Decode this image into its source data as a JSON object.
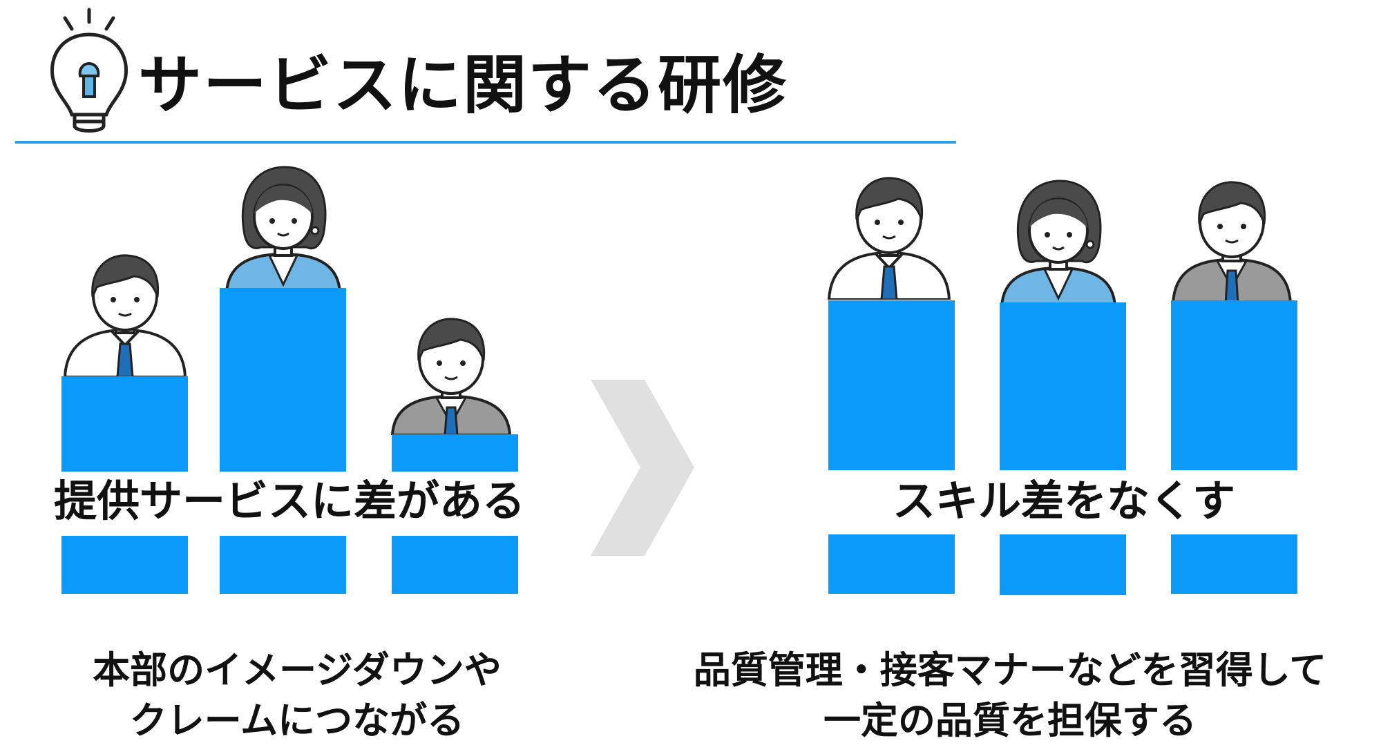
{
  "title": "サービスに関する研修",
  "colors": {
    "accent": "#0b9af9",
    "rule": "#2aa0ea",
    "chevron": "#e0e0e0",
    "skin": "#ffffff",
    "hair": "#4a4a4a",
    "blue_jacket": "#6fb6e6",
    "gray_jacket": "#9a9a9a",
    "white_shirt": "#ffffff",
    "tie": "#1f6fb8"
  },
  "icons": {
    "header": "lightbulb-icon",
    "transition": "chevron-right-icon"
  },
  "left": {
    "caption": "提供サービスに差がある",
    "description_lines": [
      "本部のイメージダウンや",
      "クレームにつながる"
    ],
    "people": [
      "man-white-shirt",
      "woman-blue-jacket",
      "man-gray-jacket"
    ]
  },
  "right": {
    "caption": "スキル差をなくす",
    "description_lines": [
      "品質管理・接客マナーなどを習得して",
      "一定の品質を担保する"
    ],
    "people": [
      "man-white-shirt",
      "woman-blue-jacket",
      "man-gray-jacket"
    ]
  }
}
